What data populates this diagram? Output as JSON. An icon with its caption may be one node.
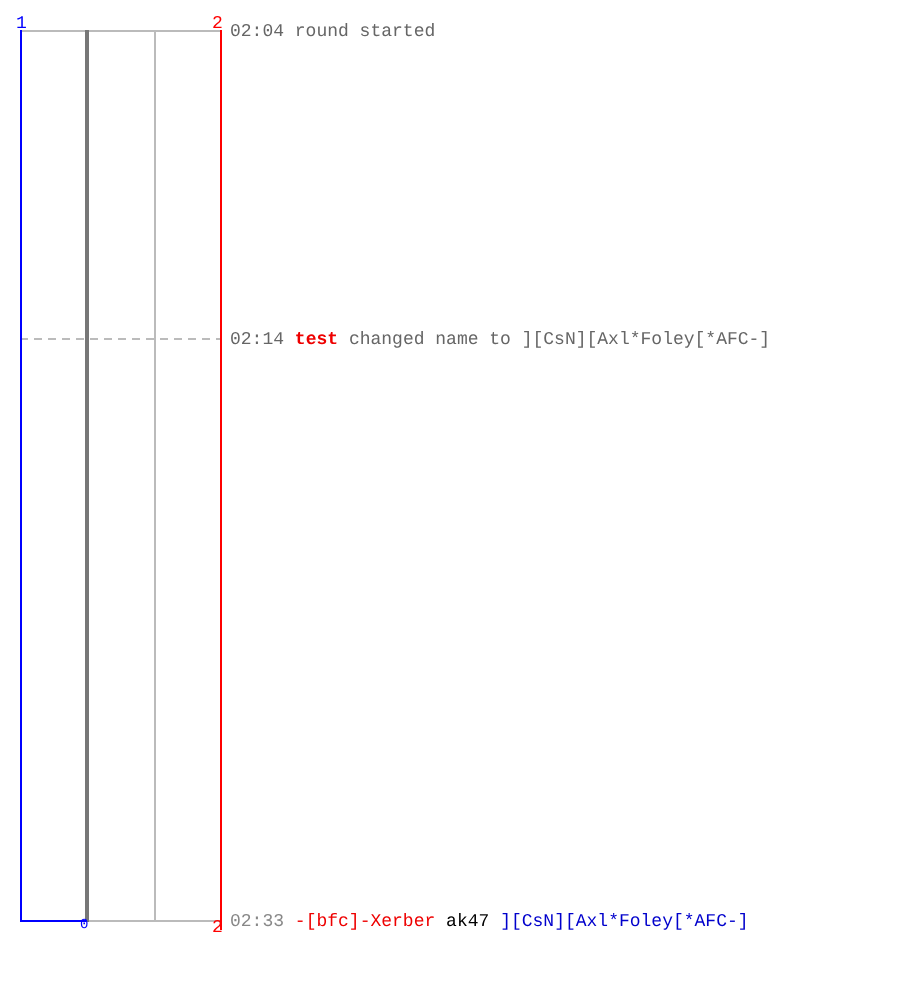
{
  "diagram": {
    "labels": [
      "1",
      "2",
      "02:04 round started",
      "02:14",
      "test",
      "changed name to ][CsN][Axl*Foley[*AFC-]",
      "0",
      "2",
      "02:33",
      "-[bfc]-Xerber",
      "ak47",
      "][CsN][Axl*Foley[*AFC-]"
    ]
  }
}
